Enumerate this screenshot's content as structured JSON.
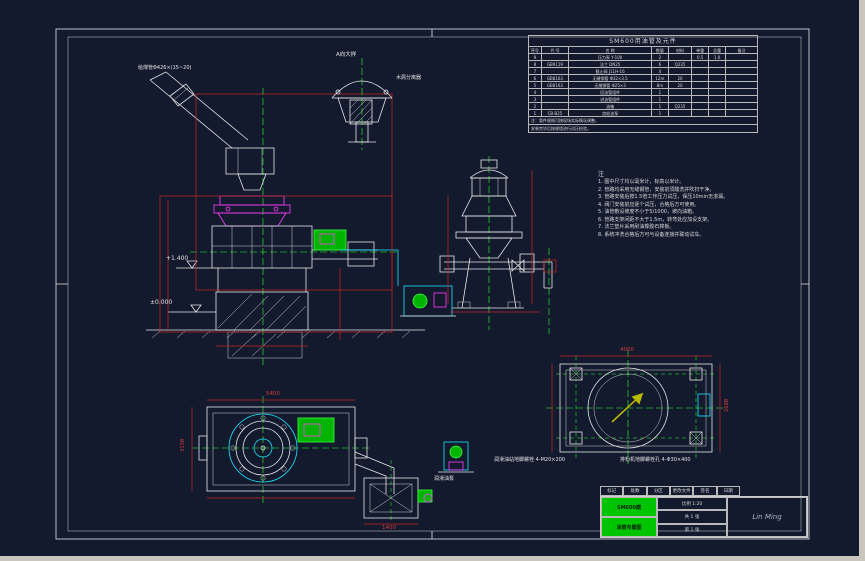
{
  "labels": {
    "elev_upper": "+1.400",
    "elev_zero": "±0.000",
    "feed_chute": "给煤管Φ426×(15~20)",
    "detail_a": "A向大样",
    "separator": "木屑分离器",
    "pump_caption": "润滑油泵",
    "cap_left": "润滑油站地脚螺栓 4-M20×200",
    "cap_right": "排粉机地脚螺栓孔 4-Φ30×400",
    "dim_5400": "5400",
    "dim_3150": "3150",
    "dim_1400": "1400",
    "dim_4000": "4000",
    "dim_2600": "2600"
  },
  "bom": {
    "title": "SM600用油管及元件",
    "headers": [
      "序号",
      "代 号",
      "名  称",
      "数量",
      "材料",
      "单重",
      "总重",
      "备注"
    ],
    "rows": [
      [
        "9",
        "",
        "压力表 Y-100",
        "2",
        "",
        "0.5",
        "1.0",
        ""
      ],
      [
        "8",
        "GB9119",
        "法兰 DN25",
        "6",
        "Q235",
        "",
        "",
        ""
      ],
      [
        "7",
        "",
        "截止阀 J11H-16",
        "4",
        "",
        "",
        "",
        ""
      ],
      [
        "6",
        "GB8163",
        "无缝钢管 Φ32×3.5",
        "12m",
        "20",
        "",
        "",
        ""
      ],
      [
        "5",
        "GB8163",
        "无缝钢管 Φ25×3",
        "8m",
        "20",
        "",
        "",
        ""
      ],
      [
        "4",
        "",
        "回油管组件",
        "1",
        "",
        "",
        "",
        ""
      ],
      [
        "3",
        "",
        "进油管组件",
        "1",
        "",
        "",
        "",
        ""
      ],
      [
        "2",
        "",
        "油箱",
        "1",
        "Q235",
        "",
        "",
        ""
      ],
      [
        "1",
        "CB-B25",
        "齿轮油泵",
        "1",
        "",
        "",
        "",
        ""
      ]
    ],
    "footer": [
      "注：管件规格可按现场实际情况调整。",
      "安装完毕后按规程进行试压检验。"
    ]
  },
  "notes": {
    "heading": "注",
    "lines": [
      "1. 图中尺寸均以毫米计，标高以米计。",
      "2. 管路均采用无缝钢管，安装前须酸洗并吹扫干净。",
      "3. 管路安装后按1.5倍工作压力试压，保压10min无渗漏。",
      "4. 阀门安装前应逐个试压，合格后方可使用。",
      "5. 油管敷设坡度不小于5/1000，坡向油箱。",
      "6. 管路支架间距不大于1.5m，转弯处应加设支架。",
      "7. 法兰垫片采用耐油橡胶石棉板。",
      "8. 系统冲洗合格后方可与设备连接并联动试车。"
    ]
  },
  "title_block": {
    "green1": "SM600磨",
    "green2": "油管布置图",
    "cells": [
      "比例 1:20",
      "共 1 张",
      "第 1 张"
    ],
    "signer": "Lin Ming",
    "rev_cells": [
      "标记",
      "处数",
      "分区",
      "更改文件号",
      "签名",
      "日期"
    ]
  }
}
